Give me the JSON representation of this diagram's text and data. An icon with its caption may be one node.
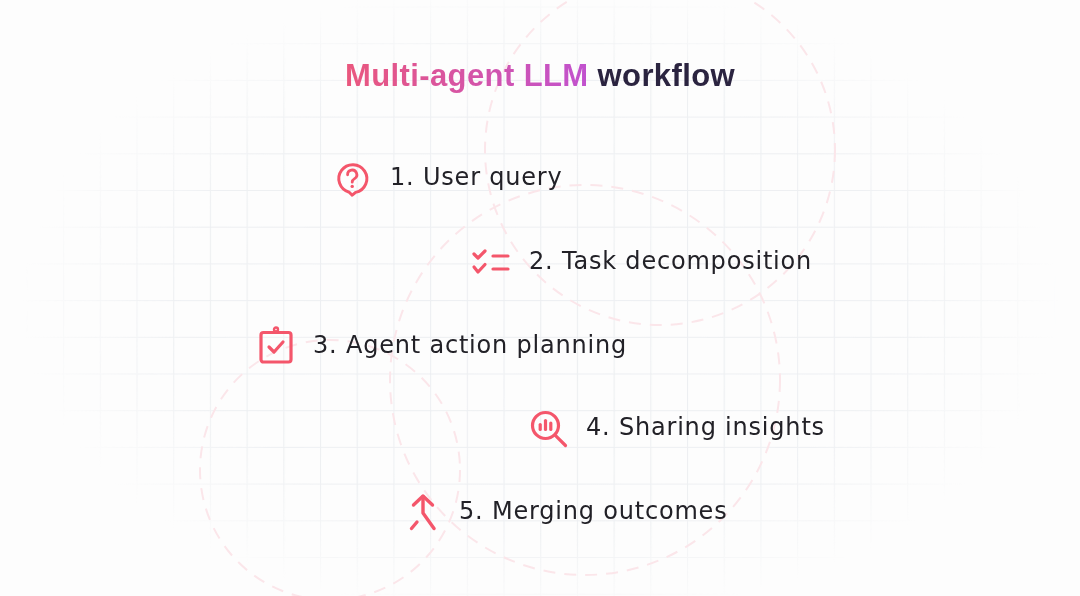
{
  "diagram": {
    "title": "Multi-agent LLM workflow",
    "labels": [
      "1. User query",
      "2. Task decomposition",
      "3. Agent action planning",
      "4. Sharing insights",
      "5. Merging outcomes"
    ]
  }
}
